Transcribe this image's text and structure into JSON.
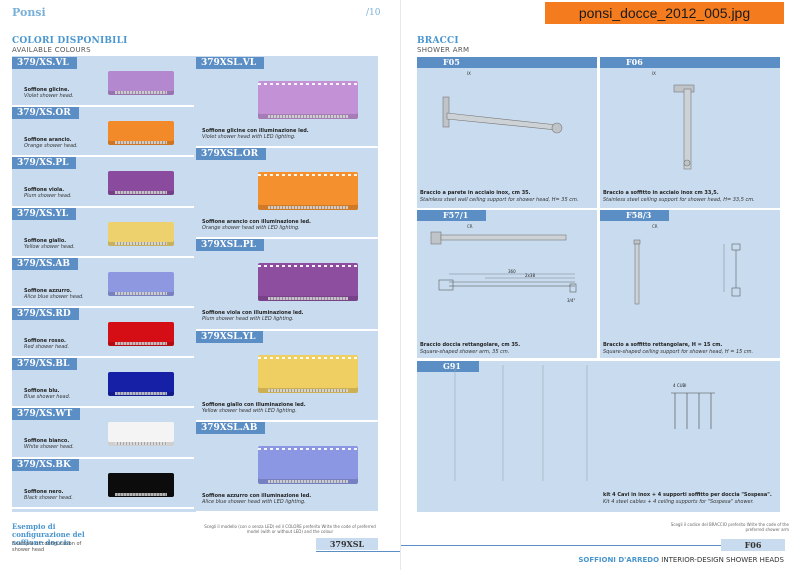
{
  "header": {
    "brand": "Ponsi",
    "page_number": "/10",
    "filename": "ponsi_docce_2012_005.jpg"
  },
  "left": {
    "title": "COLORI DISPONIBILI",
    "subtitle": "AVAILABLE COLOURS",
    "small_items": [
      {
        "code": "379/XS.VL",
        "it": "Soffione glicine.",
        "en": "Violet shower head.",
        "color": "#b488cf"
      },
      {
        "code": "379/XS.OR",
        "it": "Soffione arancio.",
        "en": "Orange shower head.",
        "color": "#f28a2a"
      },
      {
        "code": "379/XS.PL",
        "it": "Soffione viola.",
        "en": "Plum shower head.",
        "color": "#8a4a9e"
      },
      {
        "code": "379/XS.YL",
        "it": "Soffione giallo.",
        "en": "Yellow shower head.",
        "color": "#ecd16d"
      },
      {
        "code": "379/XS.AB",
        "it": "Soffione azzurro.",
        "en": "Alice blue shower head.",
        "color": "#8e98e0"
      },
      {
        "code": "379/XS.RD",
        "it": "Soffione rosso.",
        "en": "Red shower head.",
        "color": "#d40e14"
      },
      {
        "code": "379/XS.BL",
        "it": "Soffione blu.",
        "en": "Blue shower head.",
        "color": "#1520a6"
      },
      {
        "code": "379/XS.WT",
        "it": "Soffione bianco.",
        "en": "White shower head.",
        "color": "#f4f4f4"
      },
      {
        "code": "379/XS.BK",
        "it": "Soffione nero.",
        "en": "Black shower head.",
        "color": "#0c0c0c"
      }
    ],
    "large_items": [
      {
        "code": "379XSL.VL",
        "it": "Soffione glicine con illuminazione led.",
        "en": "Violet shower head with LED lighting.",
        "color": "#c392d6"
      },
      {
        "code": "379XSL.OR",
        "it": "Soffione arancio con illuminazione led.",
        "en": "Orange shower head with LED lighting.",
        "color": "#f5902e"
      },
      {
        "code": "379XSL.PL",
        "it": "Soffione viola con illuminazione led.",
        "en": "Plum shower head with LED lighting.",
        "color": "#8e4ea0"
      },
      {
        "code": "379XSL.YL",
        "it": "Soffione giallo con illuminazione led.",
        "en": "Yellow shower head with LED lighting.",
        "color": "#f0cf62"
      },
      {
        "code": "379XSL.AB",
        "it": "Soffione azzurro con illuminazione led.",
        "en": "Alice blue shower head with LED lighting.",
        "color": "#8b97e2"
      }
    ],
    "footer_title": "Esempio di configurazione del soffione doccia",
    "footer_sub": "Example of configuration of shower head",
    "footer_note": "Scegli il modello (con o senza LED) ed il COLORE preferito Write the code of preferred model (with or without LED) and the colour",
    "footer_code": "379XSL"
  },
  "right": {
    "title": "BRACCI",
    "subtitle": "SHOWER ARM",
    "items": [
      {
        "code": "F05",
        "finish": "IX",
        "it": "Braccio a parete in acciaio inox, cm 35.",
        "en": "Stainless steel wall ceiling support for shower head, H= 35 cm."
      },
      {
        "code": "F06",
        "finish": "IX",
        "it": "Braccio a soffitto in acciaio inox cm 33,5.",
        "en": "Stainless steel ceiling support for shower head, H= 33,5 cm."
      },
      {
        "code": "F57/1",
        "finish": "CR",
        "it": "Braccio doccia rettangolare, cm 35.",
        "en": "Square-shaped shower arm, 35 cm."
      },
      {
        "code": "F58/3",
        "finish": "CR",
        "it": "Braccio a soffitto rettangolare, H = 15 cm.",
        "en": "Square-shaped ceiling support for shower head, H = 15 cm."
      },
      {
        "code": "G91",
        "finish": "",
        "it": "kit 4 Cavi in inox + 4 supporti soffitto per doccia \"Sospesa\".",
        "en": "Kit 4 steel cables + 4 ceiling supports for \"Sospesa\" shower."
      }
    ],
    "dimensions": {
      "d1": "360",
      "d2": "2x38",
      "d3": "3/4\"",
      "d4": "4 CUBI"
    },
    "footer_note": "Scegli il codice del BRACCIO preferito Write the code of the preferred shower arm",
    "footer_code": "F06",
    "footer_bar_label": "SOFFIONI D'ARREDO",
    "footer_bar_text": "INTERIOR-DESIGN SHOWER HEADS"
  }
}
